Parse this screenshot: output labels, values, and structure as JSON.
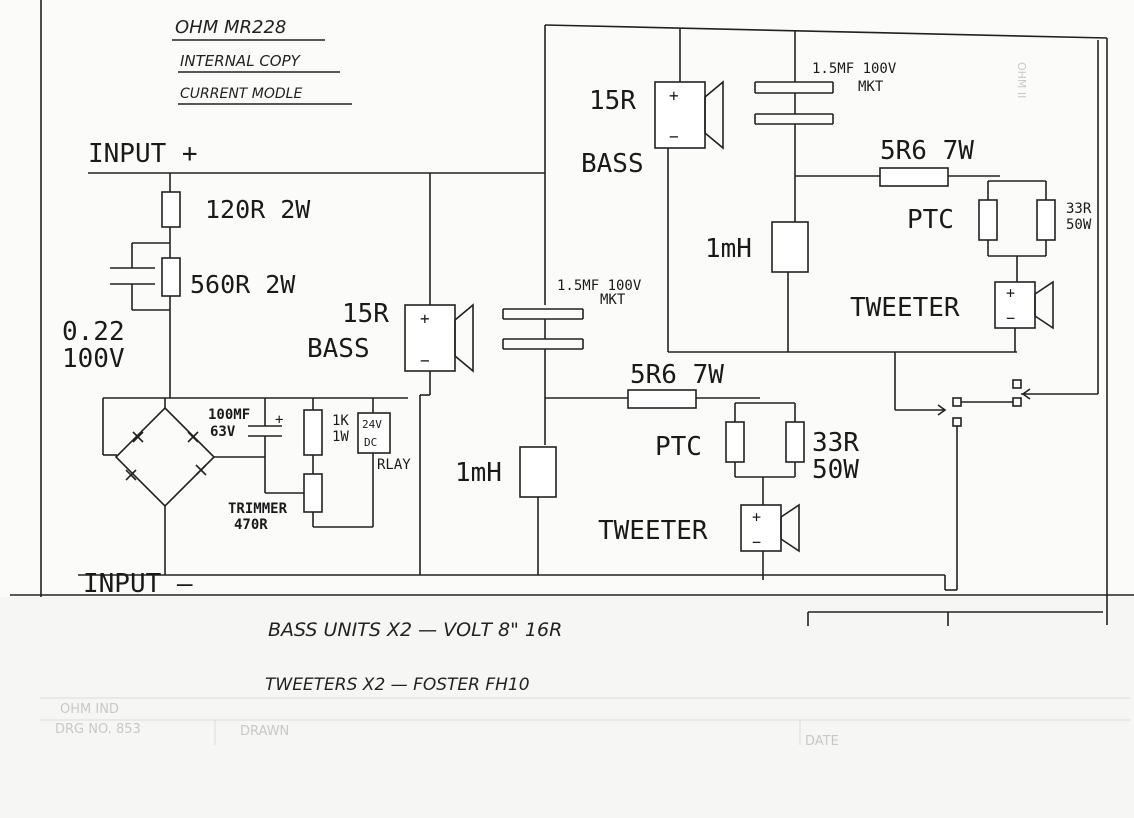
{
  "header_notes": [
    "OHM MR228",
    "INTERNAL COPY",
    "CURRENT MODLE"
  ],
  "input_plus": "INPUT +",
  "input_minus": "INPUT —",
  "protection": {
    "r1": "120R 2W",
    "r2": "560R 2W",
    "cap": [
      "0.22",
      "100V"
    ],
    "cap100": [
      "100MF",
      "63V"
    ],
    "r1k": [
      "1K",
      "1W"
    ],
    "relay_body": [
      "24V",
      "DC"
    ],
    "relay_label": "RLAY",
    "trimmer": [
      "TRIMMER",
      "470R"
    ]
  },
  "bass_units": [
    {
      "value": "15R",
      "label": "BASS"
    },
    {
      "value": "15R",
      "label": "BASS"
    }
  ],
  "caps": [
    {
      "value": "1.5MF 100V",
      "type": "MKT"
    },
    {
      "value": "1.5MF 100V",
      "type": "MKT"
    }
  ],
  "inductors": [
    "1mH",
    "1mH"
  ],
  "series_resistors": [
    "5R6 7W",
    "5R6 7W"
  ],
  "ptc_labels": [
    "PTC",
    "PTC"
  ],
  "parallel_resistors": [
    {
      "value": "33R",
      "power": "50W"
    },
    {
      "value": "33R",
      "power": "50W"
    }
  ],
  "tweeters": [
    "TWEETER",
    "TWEETER"
  ],
  "polarity": {
    "plus": "+",
    "minus": "−"
  },
  "footer_notes": [
    "BASS UNITS  X2  — VOLT 8\" 16R",
    "TWEETERS  X2  —  FOSTER  FH10"
  ],
  "faint_marks": [
    "OHM IND",
    "DRG NO. 853",
    "DRAWN",
    "DATE",
    "OHM II"
  ]
}
